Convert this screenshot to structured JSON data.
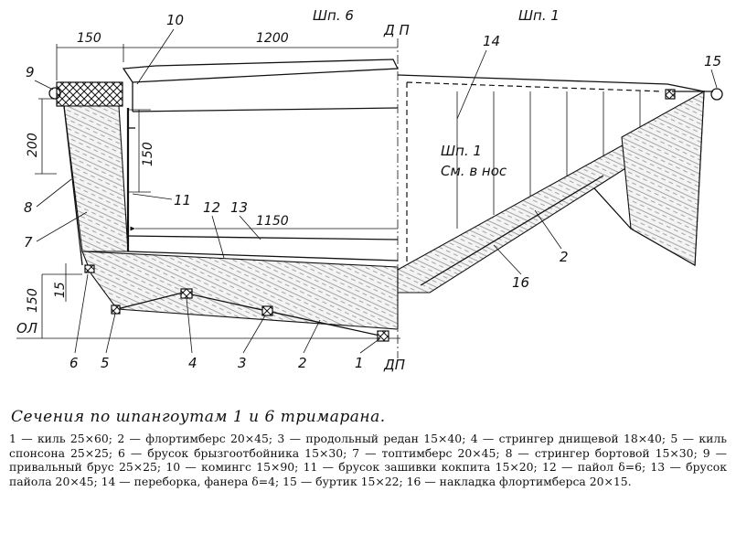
{
  "drawing": {
    "station_6_label": "Шп. 6",
    "station_1_label": "Шп. 1",
    "dp_top": "Д П",
    "dp_bottom": "ДП",
    "ol_label": "ОЛ",
    "note_station": "Шп. 1",
    "note_bow": "См. в нос",
    "dimensions": {
      "d150_top": "150",
      "d1200": "1200",
      "d200": "200",
      "d150_right": "150",
      "d1150": "1150",
      "d15": "15",
      "d150_ol": "150"
    },
    "callouts": [
      "1",
      "2",
      "3",
      "4",
      "5",
      "6",
      "7",
      "8",
      "9",
      "10",
      "11",
      "12",
      "13",
      "14",
      "15",
      "16"
    ]
  },
  "caption": {
    "title": "Сечения по шпангоутам 1 и 6 тримарана.",
    "legend": "1 — киль 25×60; 2 — флортимберс 20×45; 3 — продольный редан 15×40; 4 — стрингер днищевой 18×40; 5 — киль спонсона 25×25; 6 — брусок брызгоотбойника 15×30; 7 — топтимберс 20×45; 8 — стрингер бортовой 15×30; 9 — привальный брус 25×25; 10 — комингс 15×90; 11 — брусок зашивки кокпита 15×20; 12 — пайол δ=6; 13 — брусок пайола 20×45; 14 — переборка, фанера δ=4; 15 — буртик 15×22; 16 — накладка флортимберса 20×15."
  }
}
